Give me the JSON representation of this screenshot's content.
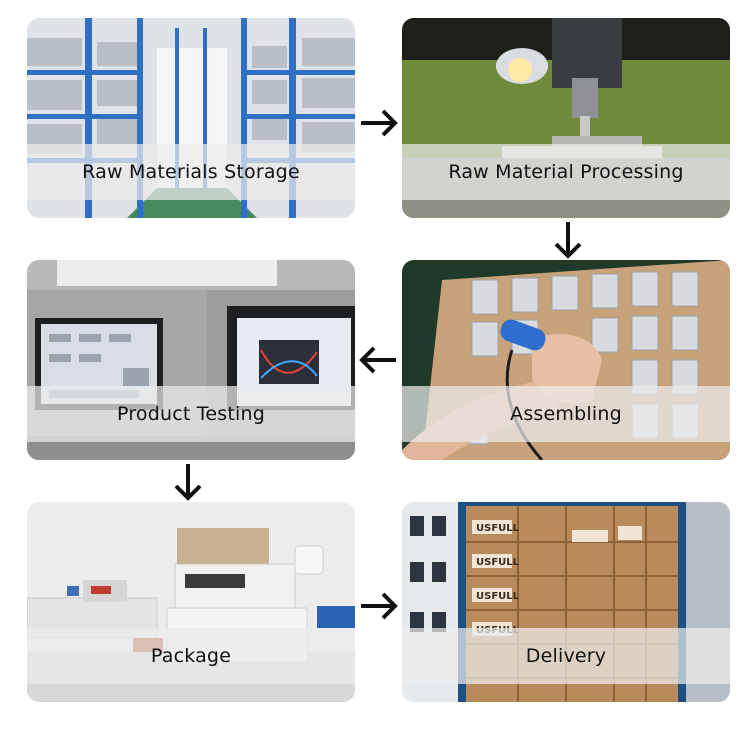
{
  "steps": [
    {
      "label": "Raw Materials Storage"
    },
    {
      "label": "Raw Material Processing"
    },
    {
      "label": "Product Testing"
    },
    {
      "label": "Assembling"
    },
    {
      "label": "Package"
    },
    {
      "label": "Delivery"
    }
  ],
  "box_marking": "USFULL",
  "colors": {
    "arrow": "#111111",
    "caption_bar": "#ececec",
    "shelf_blue": "#2f6fc4",
    "machine_green": "#6f8a3a",
    "carton_brown": "#b98a5a"
  }
}
